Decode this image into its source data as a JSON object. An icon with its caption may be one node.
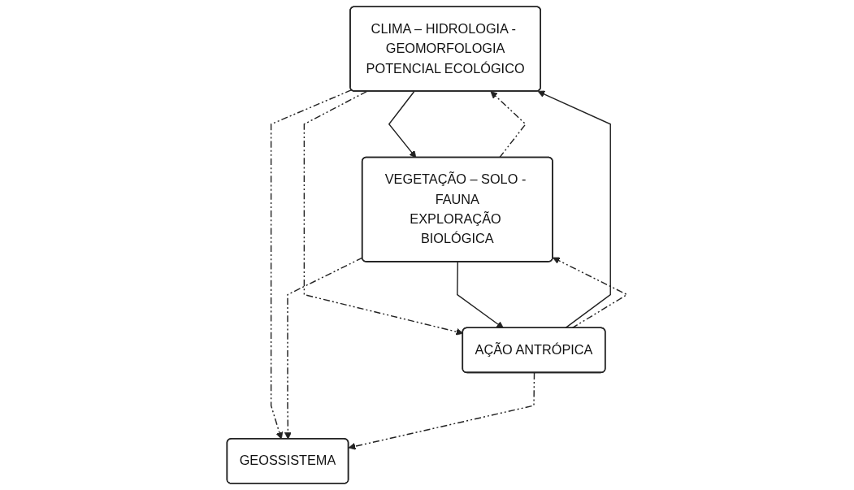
{
  "diagram": {
    "nodes": [
      {
        "text": [
          "CLIMA – HIDROLOGIA - GEOMORFOLOGIA",
          "POTENCIAL ECOLÓGICO"
        ]
      },
      {
        "text": [
          "VEGETAÇÃO – SOLO - FAUNA",
          "EXPLORAÇÃO BIOLÓGICA"
        ]
      },
      {
        "text": [
          "GEOSSISTEMA"
        ]
      },
      {
        "text": [
          "AÇÃO ANTRÓPICA"
        ]
      }
    ],
    "edges": [
      {
        "from": 0,
        "to": 1,
        "arrow": "to"
      },
      {
        "from": 1,
        "to": 0,
        "arrow": "to",
        "style": "dashed"
      },
      {
        "from": 0,
        "to": 2,
        "arrow": "to",
        "style": "dashed"
      },
      {
        "from": 1,
        "to": 2,
        "arrow": "to",
        "style": "dashed"
      },
      {
        "from": 3,
        "to": 2,
        "arrow": "to",
        "style": "dashed"
      },
      {
        "from": 0,
        "to": 3,
        "arrow": "to",
        "style": "dashed"
      },
      {
        "from": 3,
        "to": 0,
        "arrow": "to"
      },
      {
        "from": 3,
        "to": 1,
        "arrow": "to",
        "style": "dashed"
      },
      {
        "from": 1,
        "to": 3,
        "arrow": "to"
      }
    ]
  }
}
